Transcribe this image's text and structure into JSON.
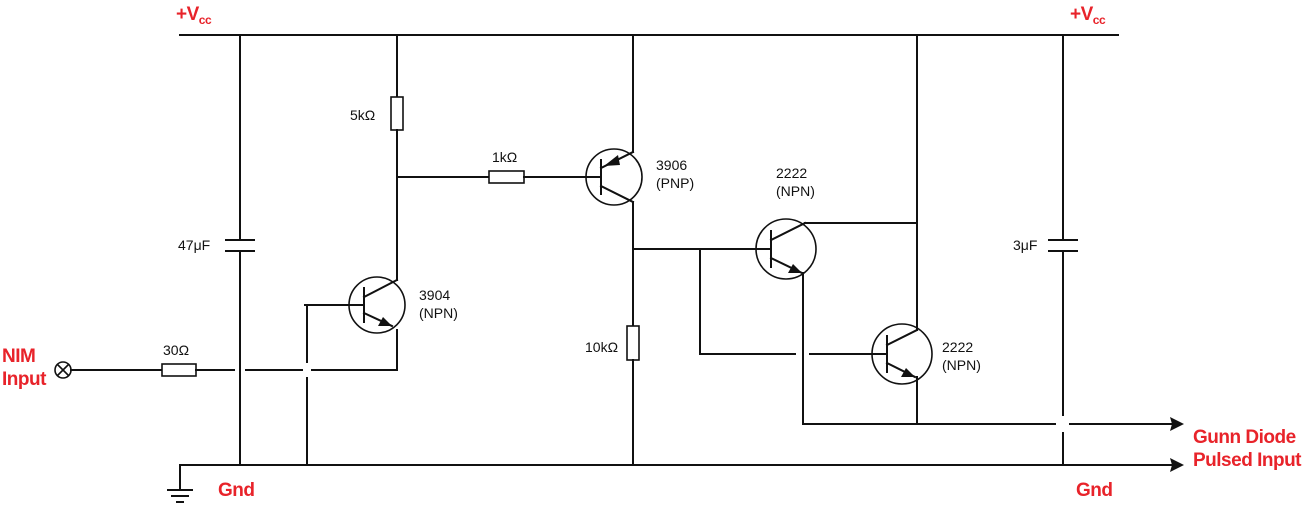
{
  "supply": {
    "label": "+V",
    "sub": "cc"
  },
  "ground_label": "Gnd",
  "input": {
    "line1": "NIM",
    "line2": "Input"
  },
  "output": {
    "line1": "Gunn Diode",
    "line2": "Pulsed Input"
  },
  "resistors": {
    "r_input": "30Ω",
    "r_bias": "5kΩ",
    "r_base": "1kΩ",
    "r_emitter": "10kΩ"
  },
  "capacitors": {
    "c_left": "47μF",
    "c_right": "3μF"
  },
  "transistors": {
    "q1": {
      "part": "3904",
      "type": "(NPN)"
    },
    "q2": {
      "part": "3906",
      "type": "(PNP)"
    },
    "q3": {
      "part": "2222",
      "type": "(NPN)"
    },
    "q4": {
      "part": "2222",
      "type": "(NPN)"
    }
  }
}
